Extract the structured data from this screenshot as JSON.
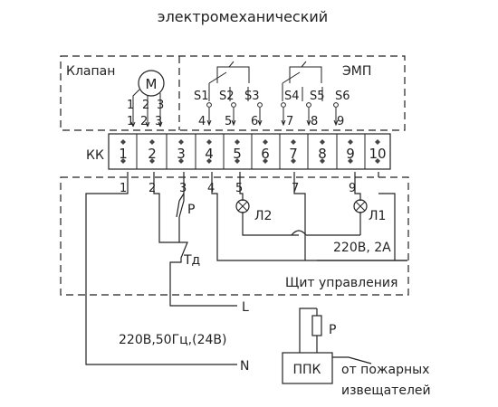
{
  "title": "электромеханический",
  "valve": {
    "label": "Клапан",
    "motor": "M",
    "motor_pins": [
      "1",
      "2",
      "3"
    ],
    "motor_pins_lower": [
      "1",
      "2",
      "3"
    ]
  },
  "emp": {
    "label": "ЭМП",
    "switches": [
      "S1",
      "S2",
      "S3",
      "S4",
      "S5",
      "S6"
    ],
    "pins": [
      "4",
      "5",
      "6",
      "7",
      "8",
      "9"
    ]
  },
  "terminal_block": {
    "label": "КК",
    "terminals": [
      "1",
      "2",
      "3",
      "4",
      "5",
      "6",
      "7",
      "8",
      "9",
      "10"
    ]
  },
  "panel": {
    "label": "Щит управления",
    "pins": [
      "1",
      "2",
      "3",
      "4",
      "5",
      "7",
      "9"
    ],
    "relay": "Р",
    "delay": "Тд",
    "lamp1": "Л2",
    "lamp2": "Л1",
    "supply": "220В, 2А"
  },
  "mains": {
    "supply": "220В,50Гц,(24В)",
    "line": "L",
    "neutral": "N"
  },
  "fire_panel": {
    "label": "ППК",
    "relay": "Р",
    "note_line1": "от пожарных",
    "note_line2": "извещателей"
  }
}
